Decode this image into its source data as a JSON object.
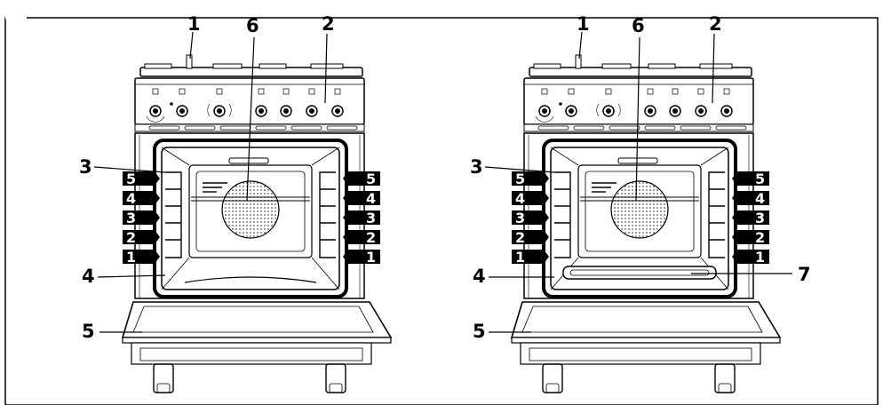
{
  "left_oven": {
    "callouts": [
      "1",
      "2",
      "3",
      "4",
      "5",
      "6"
    ],
    "shelf_levels": [
      "5",
      "4",
      "3",
      "2",
      "1"
    ]
  },
  "right_oven": {
    "callouts": [
      "1",
      "2",
      "3",
      "4",
      "5",
      "6",
      "7"
    ],
    "shelf_levels": [
      "5",
      "4",
      "3",
      "2",
      "1"
    ]
  },
  "colors": {
    "line": "#000000",
    "label_fill": "#000000",
    "background": "#ffffff"
  }
}
